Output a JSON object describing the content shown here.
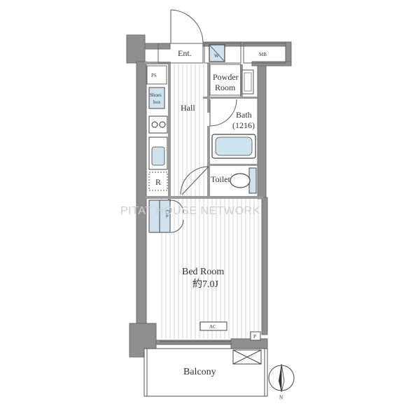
{
  "rooms": {
    "entrance": "Ent.",
    "mb": "MB",
    "ps_top": "PS",
    "washer": "W",
    "powder_room_line1": "Powder",
    "powder_room_line2": "Room",
    "shoes_box_line1": "Shoes",
    "shoes_box_line2": "box",
    "hall": "Hall",
    "bath": "Bath",
    "bath_size": "(1216)",
    "refrigerator": "R",
    "toilet": "Toilet",
    "closet": "Clo.",
    "bedroom": "Bed Room",
    "bedroom_size": "約7.0J",
    "ac": "AC",
    "ps_bottom": "P",
    "balcony": "Balcony"
  },
  "compass": {
    "north_label": "N"
  },
  "watermark": "PITAT HOUSE NETWORK",
  "colors": {
    "wall": "#8a8a8a",
    "wall_dark": "#6e6e6e",
    "floor_line": "#c8c8c8",
    "fixture_fill": "#cfe3ef",
    "line": "#555555"
  }
}
